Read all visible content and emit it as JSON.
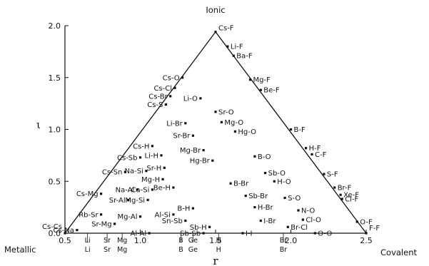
{
  "chart_data": {
    "type": "scatter",
    "title": "",
    "xlabel": "r",
    "ylabel": "ι",
    "xlim": [
      0.5,
      2.5
    ],
    "ylim": [
      0.0,
      2.0
    ],
    "x_ticks": [
      "0.5",
      "1.0",
      "1.5",
      "2.0",
      "2.5"
    ],
    "y_ticks": [
      "0.0",
      "0.5",
      "1.0",
      "1.5",
      "2.0"
    ],
    "corner_labels": {
      "top": "Ionic",
      "left": "Metallic",
      "right": "Covalent"
    },
    "triangle": [
      [
        0.5,
        0.0
      ],
      [
        1.5,
        1.94
      ],
      [
        2.5,
        0.0
      ]
    ],
    "element_markers": [
      {
        "top": "Li",
        "bottom": "Li",
        "x": 0.65
      },
      {
        "top": "Sr",
        "bottom": "Sr",
        "x": 0.78
      },
      {
        "top": "Mg",
        "bottom": "Mg",
        "x": 0.88
      },
      {
        "top": "B",
        "bottom": "B",
        "x": 1.27
      },
      {
        "top": "Ge",
        "bottom": "Ge",
        "x": 1.35
      },
      {
        "top": "H",
        "bottom": "H",
        "x": 1.52
      },
      {
        "top": "Br",
        "bottom": "Br",
        "x": 1.95
      }
    ],
    "points": [
      {
        "label": "Cs-F",
        "x": 1.5,
        "y": 1.94
      },
      {
        "label": "Li-F",
        "x": 1.58,
        "y": 1.8
      },
      {
        "label": "Ba-F",
        "x": 1.62,
        "y": 1.71
      },
      {
        "label": "Mg-F",
        "x": 1.73,
        "y": 1.48
      },
      {
        "label": "Be-F",
        "x": 1.8,
        "y": 1.38
      },
      {
        "label": "B-F",
        "x": 2.0,
        "y": 1.0
      },
      {
        "label": "H-F",
        "x": 2.1,
        "y": 0.82
      },
      {
        "label": "C-F",
        "x": 2.14,
        "y": 0.76
      },
      {
        "label": "S-F",
        "x": 2.22,
        "y": 0.57
      },
      {
        "label": "Br-F",
        "x": 2.29,
        "y": 0.44
      },
      {
        "label": "Xe-F",
        "x": 2.33,
        "y": 0.37
      },
      {
        "label": "Cl-F",
        "x": 2.34,
        "y": 0.33
      },
      {
        "label": "O-F",
        "x": 2.44,
        "y": 0.11
      },
      {
        "label": "F-F",
        "x": 2.5,
        "y": 0.0
      },
      {
        "label": "Cs-O",
        "x": 1.28,
        "y": 1.5
      },
      {
        "label": "Li-O",
        "x": 1.4,
        "y": 1.3
      },
      {
        "label": "Sr-O",
        "x": 1.5,
        "y": 1.17
      },
      {
        "label": "Mg-O",
        "x": 1.54,
        "y": 1.07
      },
      {
        "label": "Hg-O",
        "x": 1.63,
        "y": 0.98
      },
      {
        "label": "Cs-Cl",
        "x": 1.23,
        "y": 1.4
      },
      {
        "label": "Cs-Br",
        "x": 1.2,
        "y": 1.32
      },
      {
        "label": "Cs-S",
        "x": 1.17,
        "y": 1.24
      },
      {
        "label": "Li-Br",
        "x": 1.3,
        "y": 1.06
      },
      {
        "label": "Sr-Br",
        "x": 1.35,
        "y": 0.94
      },
      {
        "label": "Mg-Br",
        "x": 1.42,
        "y": 0.8
      },
      {
        "label": "Hg-Br",
        "x": 1.48,
        "y": 0.7
      },
      {
        "label": "B-O",
        "x": 1.76,
        "y": 0.74
      },
      {
        "label": "Sb-O",
        "x": 1.83,
        "y": 0.58
      },
      {
        "label": "H-O",
        "x": 1.89,
        "y": 0.5
      },
      {
        "label": "B-Br",
        "x": 1.6,
        "y": 0.48
      },
      {
        "label": "Sb-Br",
        "x": 1.7,
        "y": 0.36
      },
      {
        "label": "S-O",
        "x": 1.96,
        "y": 0.34
      },
      {
        "label": "H-Br",
        "x": 1.76,
        "y": 0.25
      },
      {
        "label": "N-O",
        "x": 2.05,
        "y": 0.22
      },
      {
        "label": "Cl-O",
        "x": 2.08,
        "y": 0.13
      },
      {
        "label": "Cs-H",
        "x": 1.08,
        "y": 0.84
      },
      {
        "label": "Cs-Sb",
        "x": 1.0,
        "y": 0.73
      },
      {
        "label": "Li-H",
        "x": 1.14,
        "y": 0.75
      },
      {
        "label": "Cs-Sn",
        "x": 0.9,
        "y": 0.59
      },
      {
        "label": "Na-Si",
        "x": 1.04,
        "y": 0.6
      },
      {
        "label": "Sr-H",
        "x": 1.16,
        "y": 0.63
      },
      {
        "label": "Mg-H",
        "x": 1.15,
        "y": 0.52
      },
      {
        "label": "Na-Al",
        "x": 0.98,
        "y": 0.42
      },
      {
        "label": "Ca-Si",
        "x": 1.08,
        "y": 0.42
      },
      {
        "label": "Be-H",
        "x": 1.22,
        "y": 0.44
      },
      {
        "label": "Cs-Mg",
        "x": 0.74,
        "y": 0.38
      },
      {
        "label": "Sr-Al",
        "x": 0.92,
        "y": 0.32
      },
      {
        "label": "Mg-Si",
        "x": 1.05,
        "y": 0.32
      },
      {
        "label": "B-H",
        "x": 1.35,
        "y": 0.24
      },
      {
        "label": "Rb-Sr",
        "x": 0.74,
        "y": 0.18
      },
      {
        "label": "Al-Si",
        "x": 1.22,
        "y": 0.18
      },
      {
        "label": "Mg-Al",
        "x": 1.0,
        "y": 0.16
      },
      {
        "label": "Sn-Sb",
        "x": 1.3,
        "y": 0.12
      },
      {
        "label": "I-Br",
        "x": 1.8,
        "y": 0.12
      },
      {
        "label": "Sr-Mg",
        "x": 0.83,
        "y": 0.09
      },
      {
        "label": "Sb-H",
        "x": 1.46,
        "y": 0.06
      },
      {
        "label": "Br-Cl",
        "x": 1.98,
        "y": 0.06
      },
      {
        "label": "Cs-Cs",
        "x": 0.5,
        "y": 0.0
      },
      {
        "label": "Cs-Na",
        "x": 0.58,
        "y": 0.03
      },
      {
        "label": "Al-Al",
        "x": 1.06,
        "y": 0.0
      },
      {
        "label": "Sb-Sb",
        "x": 1.42,
        "y": 0.0
      },
      {
        "label": "I-I",
        "x": 1.68,
        "y": 0.0
      },
      {
        "label": "O-O",
        "x": 2.16,
        "y": 0.0
      }
    ]
  }
}
